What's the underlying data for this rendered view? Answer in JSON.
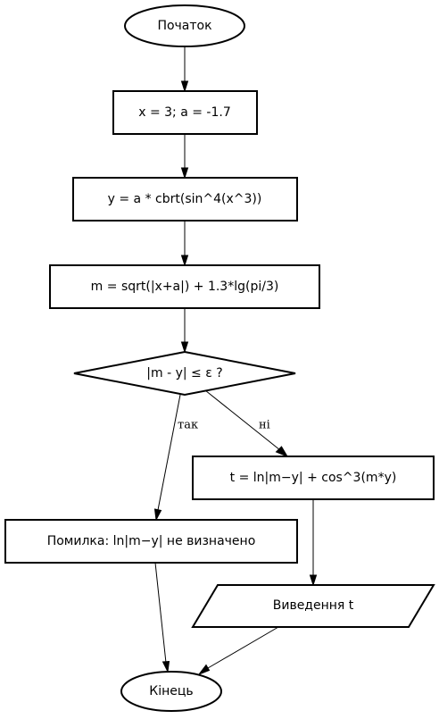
{
  "nodes": {
    "start": "Початок",
    "init": "x = 3; a = -1.7",
    "compute_y": "y = a * cbrt(sin^4(x^3))",
    "compute_m": "m = sqrt(|x+a|) + 1.3*lg(pi/3)",
    "condition": "|m - y| ≤ ε ?",
    "compute_t": "t = ln|m−y| + cos^3(m*y)",
    "error": "Помилка: ln|m−y| не визначено",
    "output": "Виведення t",
    "end": "Кінець"
  },
  "edges": {
    "yes_label": "так",
    "no_label": "ні"
  },
  "colors": {
    "stroke": "#000000",
    "fill": "#ffffff"
  }
}
